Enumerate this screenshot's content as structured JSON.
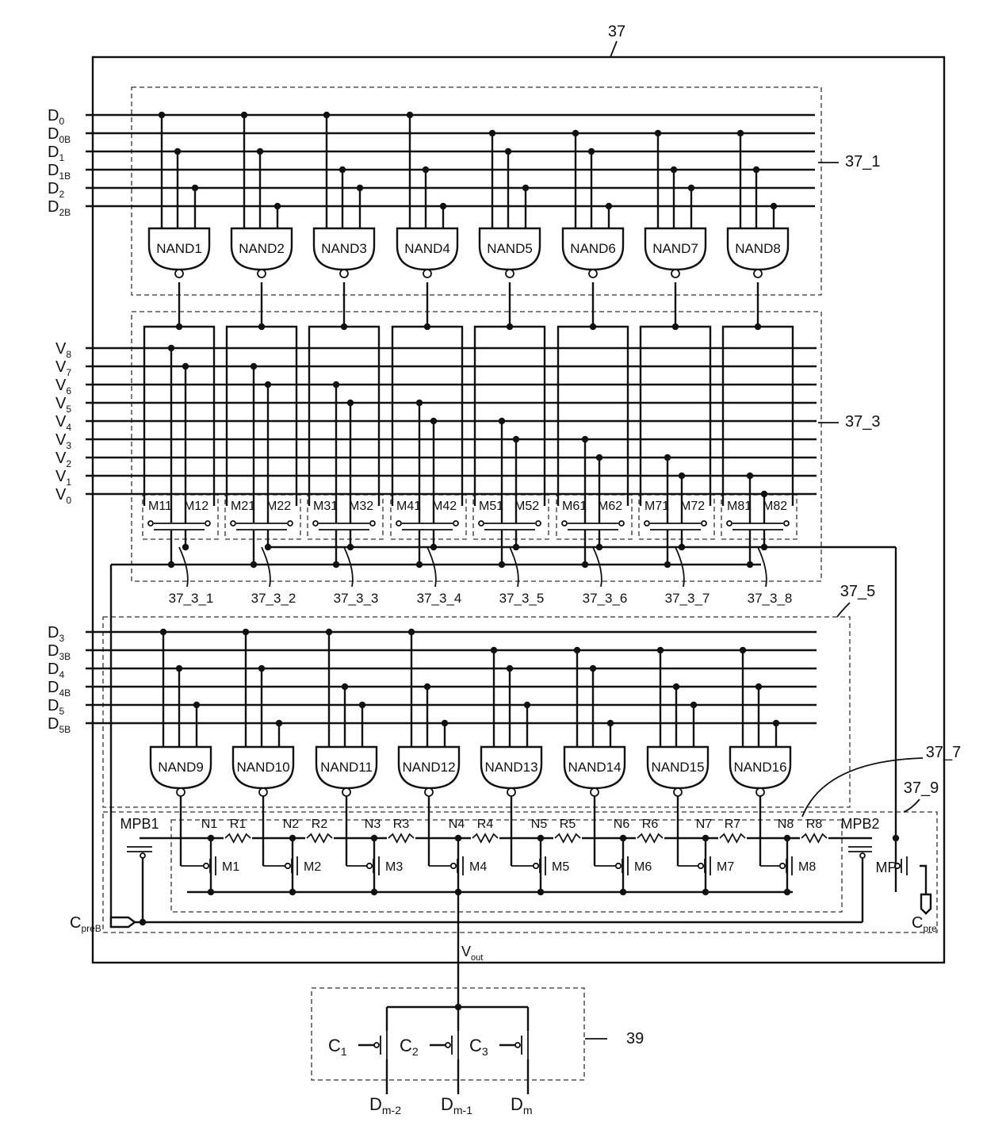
{
  "figure_label": "37",
  "blocks": {
    "decoder_top": "37_1",
    "switch_array": "37_3",
    "decoder_bottom": "37_5",
    "resistor_chain": "37_7",
    "precharge": "37_9",
    "output_stage": "39"
  },
  "top_inputs": [
    {
      "main": "D",
      "sub": "0"
    },
    {
      "main": "D",
      "sub": "0B"
    },
    {
      "main": "D",
      "sub": "1"
    },
    {
      "main": "D",
      "sub": "1B"
    },
    {
      "main": "D",
      "sub": "2"
    },
    {
      "main": "D",
      "sub": "2B"
    }
  ],
  "voltage_inputs": [
    {
      "main": "V",
      "sub": "8"
    },
    {
      "main": "V",
      "sub": "7"
    },
    {
      "main": "V",
      "sub": "6"
    },
    {
      "main": "V",
      "sub": "5"
    },
    {
      "main": "V",
      "sub": "4"
    },
    {
      "main": "V",
      "sub": "3"
    },
    {
      "main": "V",
      "sub": "2"
    },
    {
      "main": "V",
      "sub": "1"
    },
    {
      "main": "V",
      "sub": "0"
    }
  ],
  "bottom_inputs": [
    {
      "main": "D",
      "sub": "3"
    },
    {
      "main": "D",
      "sub": "3B"
    },
    {
      "main": "D",
      "sub": "4"
    },
    {
      "main": "D",
      "sub": "4B"
    },
    {
      "main": "D",
      "sub": "5"
    },
    {
      "main": "D",
      "sub": "5B"
    }
  ],
  "top_nands": [
    "NAND1",
    "NAND2",
    "NAND3",
    "NAND4",
    "NAND5",
    "NAND6",
    "NAND7",
    "NAND8"
  ],
  "bottom_nands": [
    "NAND9",
    "NAND10",
    "NAND11",
    "NAND12",
    "NAND13",
    "NAND14",
    "NAND15",
    "NAND16"
  ],
  "switch_cells": [
    {
      "left": "M11",
      "right": "M12",
      "label": "37_3_1"
    },
    {
      "left": "M21",
      "right": "M22",
      "label": "37_3_2"
    },
    {
      "left": "M31",
      "right": "M32",
      "label": "37_3_3"
    },
    {
      "left": "M41",
      "right": "M42",
      "label": "37_3_4"
    },
    {
      "left": "M51",
      "right": "M52",
      "label": "37_3_5"
    },
    {
      "left": "M61",
      "right": "M62",
      "label": "37_3_6"
    },
    {
      "left": "M71",
      "right": "M72",
      "label": "37_3_7"
    },
    {
      "left": "M81",
      "right": "M82",
      "label": "37_3_8"
    }
  ],
  "nodes": [
    "N1",
    "N2",
    "N3",
    "N4",
    "N5",
    "N6",
    "N7",
    "N8"
  ],
  "resistors": [
    "R1",
    "R2",
    "R3",
    "R4",
    "R5",
    "R6",
    "R7",
    "R8"
  ],
  "chain_transistors": [
    "M1",
    "M2",
    "M3",
    "M4",
    "M5",
    "M6",
    "M7",
    "M8"
  ],
  "precharge_labels": {
    "mpb1": "MPB1",
    "mpb2": "MPB2",
    "mp": "MP"
  },
  "signals": {
    "cpreb": {
      "main": "C",
      "sub": "preB"
    },
    "cpre": {
      "main": "C",
      "sub": "pre"
    },
    "vout": {
      "main": "V",
      "sub": "out"
    }
  },
  "output_switches": [
    {
      "ctrl_main": "C",
      "ctrl_sub": "1",
      "data_main": "D",
      "data_sub": "m-2"
    },
    {
      "ctrl_main": "C",
      "ctrl_sub": "2",
      "data_main": "D",
      "data_sub": "m-1"
    },
    {
      "ctrl_main": "C",
      "ctrl_sub": "3",
      "data_main": "D",
      "data_sub": "m"
    }
  ]
}
